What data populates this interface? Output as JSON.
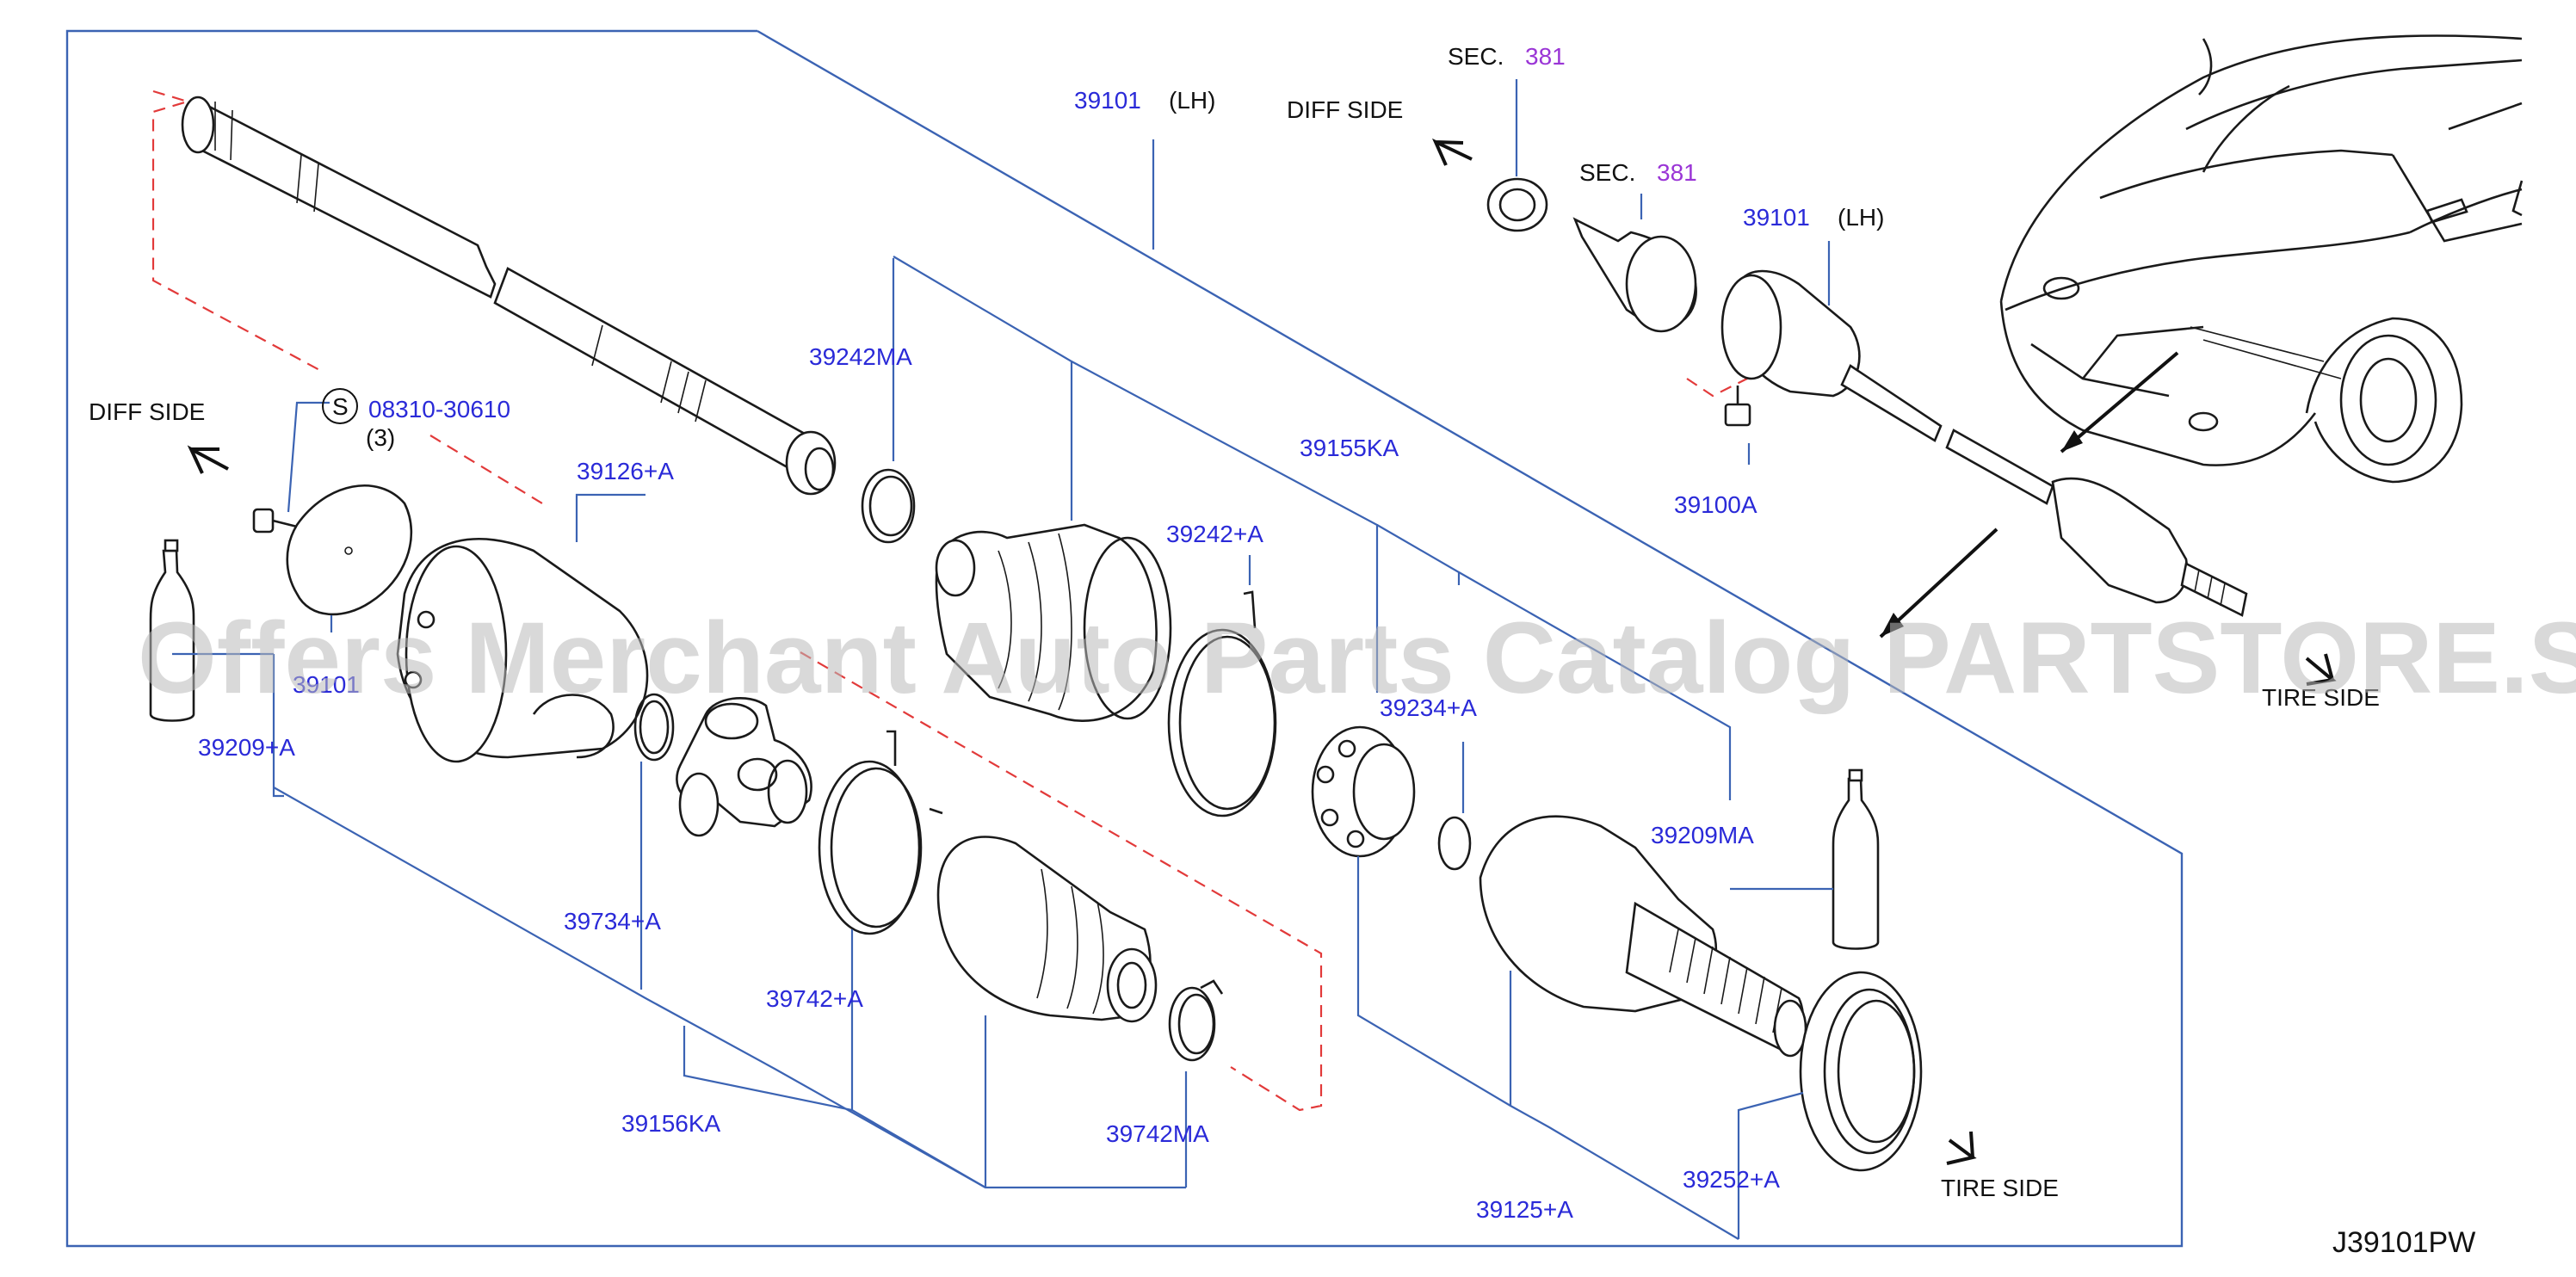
{
  "diagram": {
    "labels": {
      "shaft_lh": "39101",
      "shaft_lh_side": "(LH)",
      "sec_top": "SEC.",
      "sec_top_num": "381",
      "diff_side_top": "DIFF SIDE",
      "sec_mid": "SEC.",
      "sec_mid_num": "381",
      "shaft_lh2": "39101",
      "shaft_lh2_side": "(LH)",
      "bolt_39100a": "39100A",
      "band_39242ma": "39242MA",
      "diff_side_left": "DIFF SIDE",
      "bolt_s": "S",
      "bolt_part": "08310-30610",
      "bolt_qty": "(3)",
      "housing_39126a": "39126+A",
      "kit_39155ka": "39155KA",
      "band_39242a": "39242+A",
      "plate_39101": "39101",
      "grease_39209a": "39209+A",
      "tire_side_right": "TIRE SIDE",
      "ring_39234a": "39234+A",
      "grease_39209ma": "39209MA",
      "snap_39734a": "39734+A",
      "band_39742a": "39742+A",
      "kit_39156ka": "39156KA",
      "band_39742ma": "39742MA",
      "joint_39125a": "39125+A",
      "seal_39252a": "39252+A",
      "tire_side_bottom": "TIRE SIDE",
      "diagram_code": "J39101PW"
    },
    "watermark": "Offers Merchant Auto Parts Catalog PARTSTORE.SA",
    "colors": {
      "part_number": "#2a2ad8",
      "section_ref": "#9a35d6",
      "leader_line": "#3b63b3",
      "phantom_line": "#e23a3a",
      "text": "#111111"
    }
  }
}
